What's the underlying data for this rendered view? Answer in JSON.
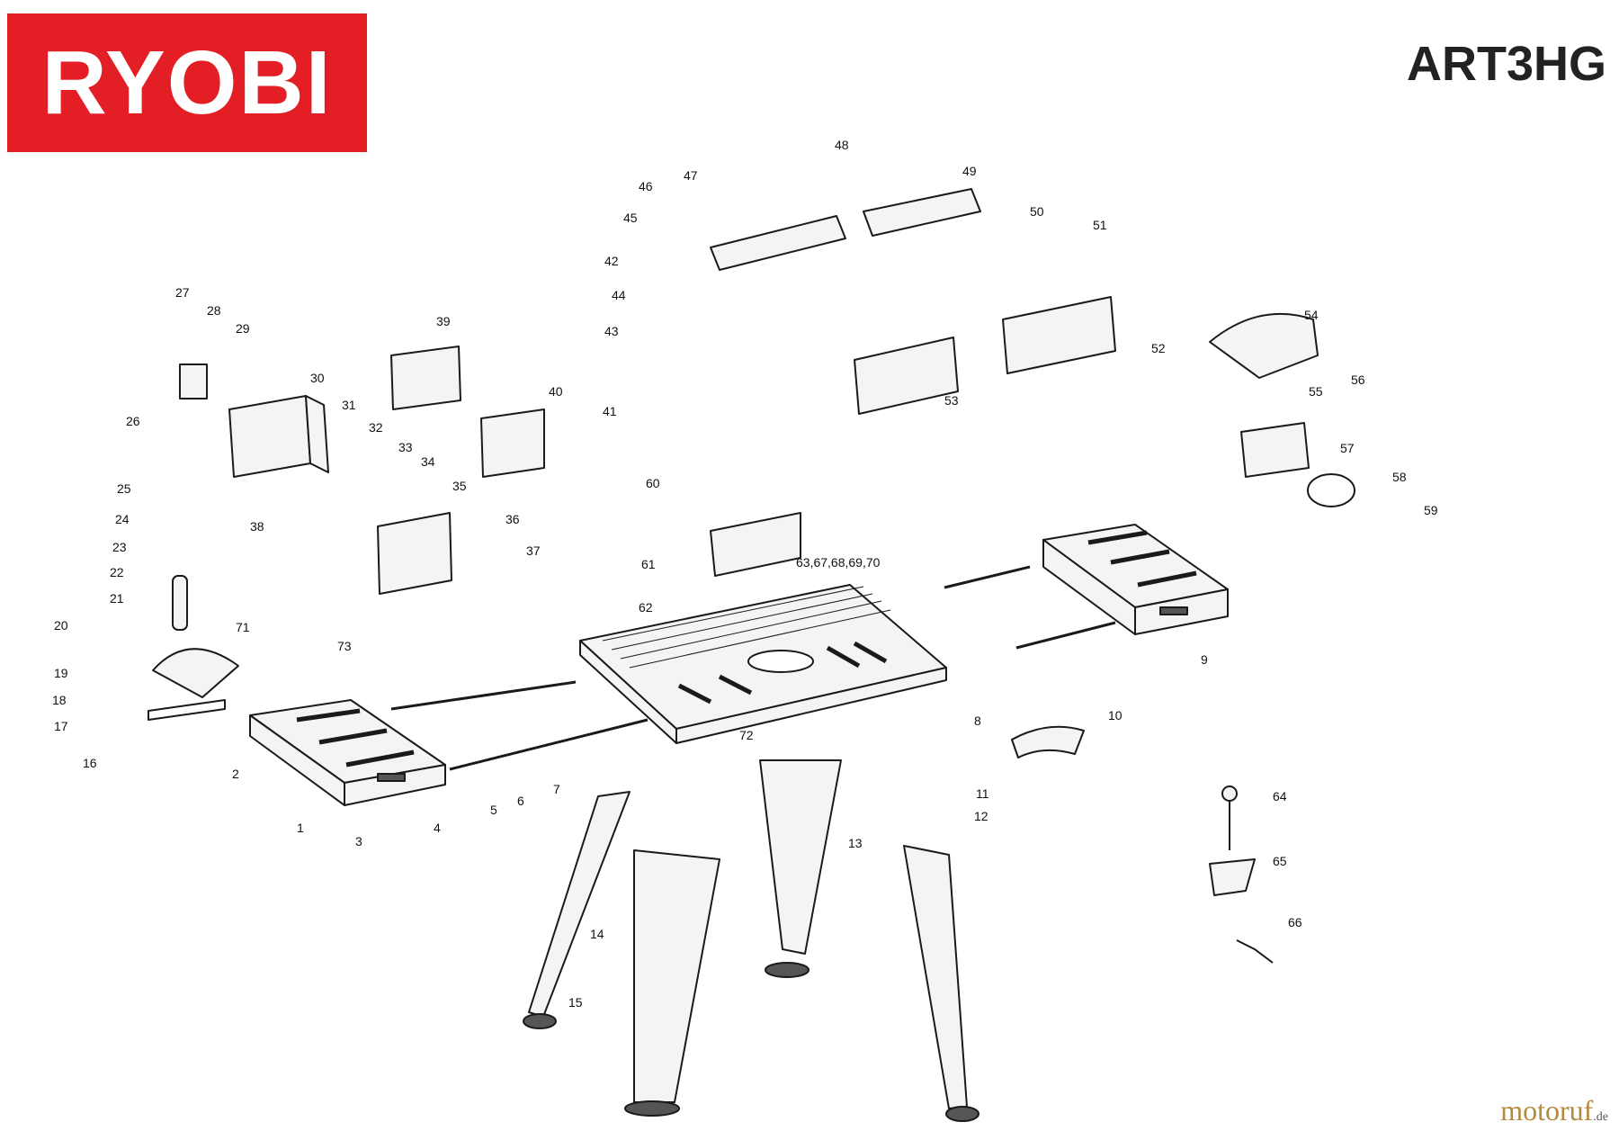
{
  "brand": {
    "name": "RYOBI",
    "color": "#e31e24"
  },
  "model": "ART3HG",
  "watermark": {
    "name": "motoruf",
    "tld": ".de"
  },
  "colors": {
    "line": "#1a1a1a",
    "part_fill": "#f2f2f2",
    "dark_fill": "#555555"
  },
  "callouts": [
    "1",
    "2",
    "3",
    "4",
    "5",
    "6",
    "7",
    "8",
    "9",
    "10",
    "11",
    "12",
    "13",
    "14",
    "15",
    "16",
    "17",
    "18",
    "19",
    "20",
    "21",
    "22",
    "23",
    "24",
    "25",
    "26",
    "27",
    "28",
    "29",
    "30",
    "31",
    "32",
    "33",
    "34",
    "35",
    "36",
    "37",
    "38",
    "39",
    "40",
    "41",
    "42",
    "43",
    "44",
    "45",
    "46",
    "47",
    "48",
    "49",
    "50",
    "51",
    "52",
    "53",
    "54",
    "55",
    "56",
    "57",
    "58",
    "59",
    "60",
    "61",
    "62",
    "63,67,68,69,70",
    "64",
    "65",
    "66",
    "71",
    "72",
    "73"
  ]
}
